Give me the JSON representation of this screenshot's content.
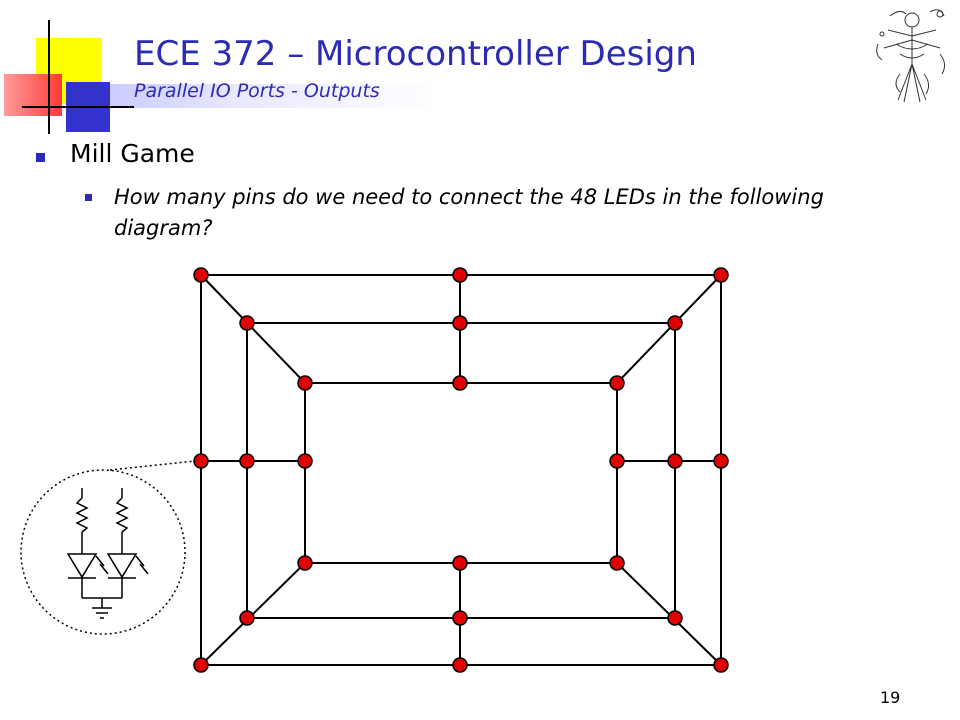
{
  "slide": {
    "title": "ECE 372 – Microcontroller Design",
    "subtitle": "Parallel IO Ports - Outputs",
    "page_number": "19"
  },
  "content": {
    "bullet1": "Mill Game",
    "bullet2": "How many pins do we need to connect the 48 LEDs in the following diagram?"
  },
  "colors": {
    "title": "#2b2bb3",
    "led": "#e00000",
    "accent_yellow": "#ffff00",
    "accent_blue": "#3333cc",
    "accent_red": "#ff3b3b"
  },
  "icons": {
    "logo": "vitruvian-man-sketch-icon",
    "inset": "led-resistor-schematic"
  }
}
